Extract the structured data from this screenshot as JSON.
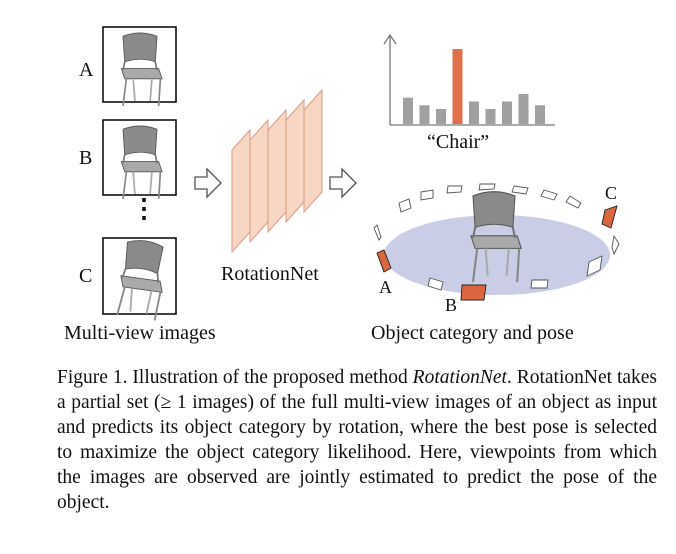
{
  "views": [
    {
      "label": "A"
    },
    {
      "label": "B"
    },
    {
      "label": "C"
    }
  ],
  "ellipsis": "⋮",
  "network_label": "RotationNet",
  "chart_label": "“Chair”",
  "left_caption": "Multi-view images",
  "right_caption": "Object category and pose",
  "viewpoint_labels": {
    "a": "A",
    "b": "B",
    "c": "C"
  },
  "caption": {
    "figure": "Figure 1.",
    "lead": "Illustration of the proposed method",
    "method": "RotationNet",
    "rest": ". RotationNet takes a partial set (≥ 1 images) of the full multi-view images of an object as input and predicts its object category by rotation, where the best pose is selected to maximize the object category likelihood. Here, viewpoints from which the images are observed are jointly estimated to predict the pose of the object."
  },
  "chart_data": {
    "type": "bar",
    "highlight_index": 3,
    "values": [
      0.35,
      0.25,
      0.2,
      1.0,
      0.3,
      0.2,
      0.3,
      0.4,
      0.25
    ],
    "colors": {
      "bar": "#a0a0a0",
      "highlight": "#e0704a"
    }
  },
  "colors": {
    "layer_fill": "#f7d6c4",
    "layer_stroke": "#d89a80",
    "ellipse": "#c9cde6",
    "viewpoint_active": "#d9663d"
  }
}
